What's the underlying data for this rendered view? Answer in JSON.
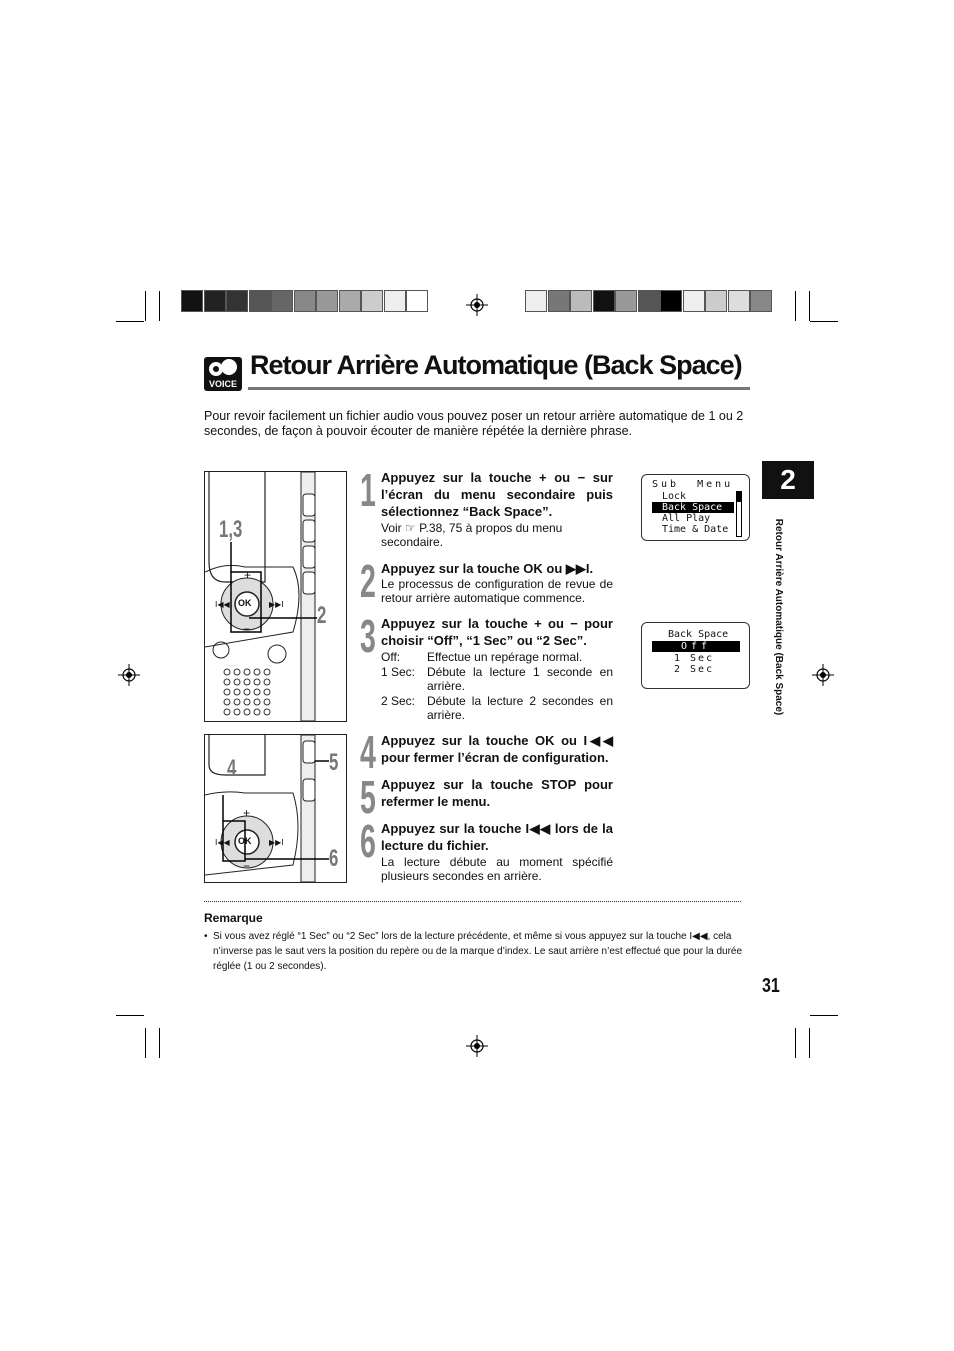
{
  "header": {
    "title": "Retour Arrière Automatique (Back Space)",
    "voice_icon_label": "VOICE"
  },
  "intro": "Pour revoir facilement un fichier audio vous pouvez poser un retour arrière automatique de 1 ou 2 secondes, de façon à pouvoir écouter de manière répétée la dernière phrase.",
  "steps": [
    {
      "num": "1",
      "head": "Appuyez sur la touche + ou − sur l’écran du menu secondaire puis sélectionnez “Back Space”.",
      "sub": "Voir ☞ P.38, 75 à propos du menu secondaire."
    },
    {
      "num": "2",
      "head": "Appuyez sur la touche OK ou ▶▶I.",
      "sub": "Le processus de configuration de revue de retour arrière automatique commence."
    },
    {
      "num": "3",
      "head": "Appuyez sur la touche + ou − pour choisir “Off”, “1 Sec” ou “2 Sec”.",
      "options": [
        {
          "key": "Off:",
          "desc": "Effectue un repérage normal."
        },
        {
          "key": "1 Sec:",
          "desc": "Débute la lecture 1 seconde en arrière."
        },
        {
          "key": "2 Sec:",
          "desc": "Débute la lecture 2 secondes en arrière."
        }
      ]
    },
    {
      "num": "4",
      "head": "Appuyez sur la touche OK ou I◀◀ pour fermer l’écran de configuration."
    },
    {
      "num": "5",
      "head": "Appuyez sur la touche STOP pour refermer le menu."
    },
    {
      "num": "6",
      "head": "Appuyez sur la touche I◀◀ lors de la lecture du fichier.",
      "sub": "La lecture débute au moment spécifié plusieurs secondes en arrière."
    }
  ],
  "screen1": {
    "title": "Sub  Menu",
    "items": [
      "Lock",
      "Back Space",
      "All Play",
      "Time & Date"
    ],
    "selected": "Back Space"
  },
  "screen2": {
    "title": "Back Space",
    "items": [
      "Off",
      "1 Sec",
      "2 Sec"
    ],
    "selected": "Off"
  },
  "figure1": {
    "callouts": [
      "1,3",
      "2"
    ],
    "ok_label": "OK",
    "plus": "+",
    "minus": "−"
  },
  "figure2": {
    "callouts": [
      "4",
      "5",
      "6"
    ],
    "ok_label": "OK",
    "plus": "+",
    "minus": "−"
  },
  "sidebar": {
    "chapter": "2",
    "text": "Retour Arrière Automatique (Back Space)"
  },
  "remark": {
    "title": "Remarque",
    "text": "Si vous avez réglé “1 Sec” ou “2 Sec” lors de la lecture précédente, et même si vous appuyez sur la touche I◀◀, cela n’inverse pas le saut vers la position du repère ou de la marque d’index. Le saut arrière n’est effectué que pour la durée réglée (1 ou 2 secondes)."
  },
  "page_number": "31",
  "colors": {
    "swatches_left": [
      "#111111",
      "#222222",
      "#333333",
      "#555555",
      "#666666",
      "#888888",
      "#999999",
      "#aaaaaa",
      "#cccccc",
      "#eeeeee",
      "#ffffff"
    ],
    "swatches_right": [
      "#eeeeee",
      "#777777",
      "#bbbbbb",
      "#111111",
      "#999999",
      "#555555",
      "#000000",
      "#eeeeee",
      "#cccccc",
      "#dddddd",
      "#888888"
    ]
  }
}
